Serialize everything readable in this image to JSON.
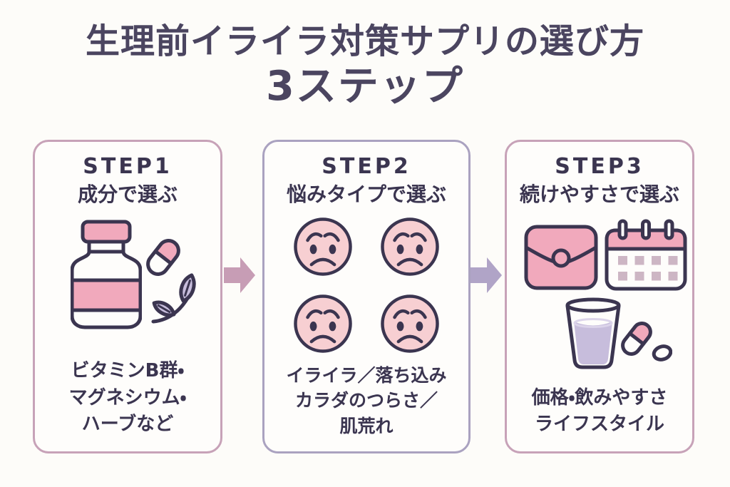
{
  "header": {
    "title_line1": "生理前イライラ対策サプリの選び方",
    "title_line2": "3ステップ"
  },
  "steps": [
    {
      "label": "STEP1",
      "subtitle": "成分で選ぶ",
      "description_lines": [
        "ビタミンB群・",
        "マグネシウム・",
        "ハーブなど"
      ],
      "icons": [
        "pill-bottle-icon",
        "capsule-icon",
        "herb-leaves-icon"
      ],
      "border_color": "#c7a2b8"
    },
    {
      "label": "STEP2",
      "subtitle": "悩みタイプで選ぶ",
      "description_lines": [
        "イライラ／落ち込み",
        "カラダのつらさ／",
        "肌荒れ"
      ],
      "icons": [
        "worried-face-icon",
        "worried-face-icon",
        "worried-face-icon",
        "worried-face-icon"
      ],
      "border_color": "#aaa2c0"
    },
    {
      "label": "STEP3",
      "subtitle": "続けやすさで選ぶ",
      "description_lines": [
        "価格・飲みやすさ",
        "ライフスタイル"
      ],
      "icons": [
        "wallet-icon",
        "calendar-icon",
        "water-glass-icon",
        "pills-icon"
      ],
      "border_color": "#c7a2b8"
    }
  ],
  "arrows": [
    {
      "color": "#c79db5"
    },
    {
      "color": "#b0a4c7"
    }
  ],
  "colors": {
    "background": "#fdfcf9",
    "card_background": "#fefdfb",
    "ink": "#3b3550",
    "title_text": "#4b4560",
    "pink": "#f1a9bc",
    "light_pink": "#f7cfd2",
    "lavender": "#c7bddc",
    "grid_square": "#cdb6c4",
    "water_highlight": "#dcd4ea"
  }
}
